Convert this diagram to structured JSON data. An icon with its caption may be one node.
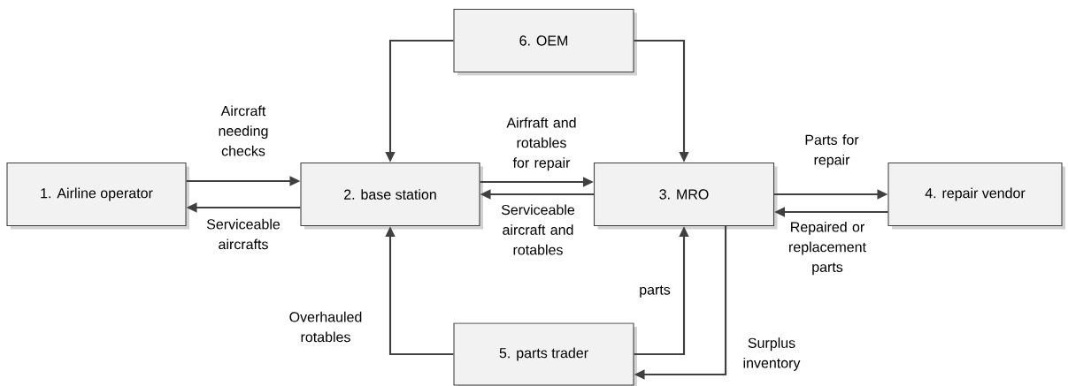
{
  "diagram": {
    "nodes": [
      {
        "text": [
          "6. OEM"
        ]
      },
      {
        "text": [
          "1. Airline operator"
        ]
      },
      {
        "text": [
          "2. base station"
        ]
      },
      {
        "text": [
          "3. MRO"
        ]
      },
      {
        "text": [
          "4. repair vendor"
        ]
      },
      {
        "text": [
          "5. parts trader"
        ]
      }
    ],
    "edges": [
      {
        "from": 1,
        "to": 2,
        "arrow": "to",
        "label": "Aircraft needing checks"
      },
      {
        "from": 2,
        "to": 1,
        "arrow": "to",
        "label": "Serviceable aircrafts"
      },
      {
        "from": 2,
        "to": 3,
        "arrow": "to",
        "label": "Airfraft and rotables for repair"
      },
      {
        "from": 3,
        "to": 2,
        "arrow": "to",
        "label": "Serviceable aircraft and rotables"
      },
      {
        "from": 3,
        "to": 4,
        "arrow": "to",
        "label": "Parts for repair"
      },
      {
        "from": 4,
        "to": 3,
        "arrow": "to",
        "label": "Repaired or replacement parts"
      },
      {
        "from": 0,
        "to": 2,
        "arrow": "to"
      },
      {
        "from": 0,
        "to": 3,
        "arrow": "to"
      },
      {
        "from": 5,
        "to": 2,
        "arrow": "to",
        "label": "Overhauled rotables"
      },
      {
        "from": 5,
        "to": 3,
        "arrow": "to",
        "label": "parts"
      },
      {
        "from": 3,
        "to": 5,
        "arrow": "to",
        "label": "Surplus inventory"
      }
    ]
  }
}
